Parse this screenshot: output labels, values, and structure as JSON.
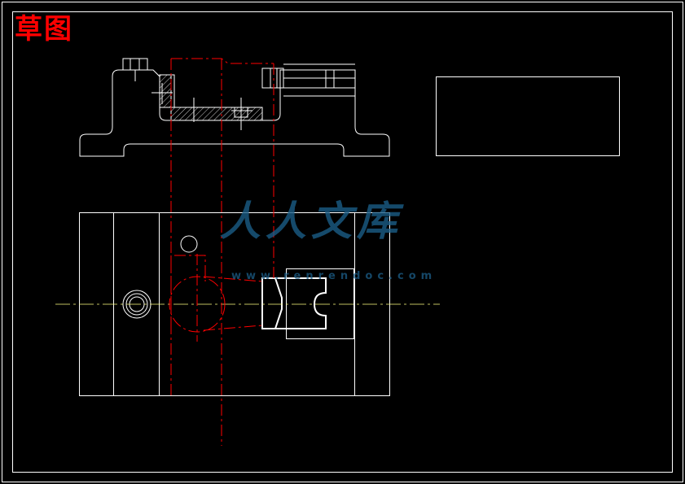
{
  "sheet": {
    "title": "草图",
    "title_color": "#ff0000"
  },
  "colors": {
    "background": "#000000",
    "outline": "#ffffff",
    "centerline": "#ff0000",
    "axis": "#ffff80",
    "watermark": "#1c5f8a"
  },
  "watermark": {
    "text": "人人文库",
    "url": "www.renrendoc.com"
  }
}
